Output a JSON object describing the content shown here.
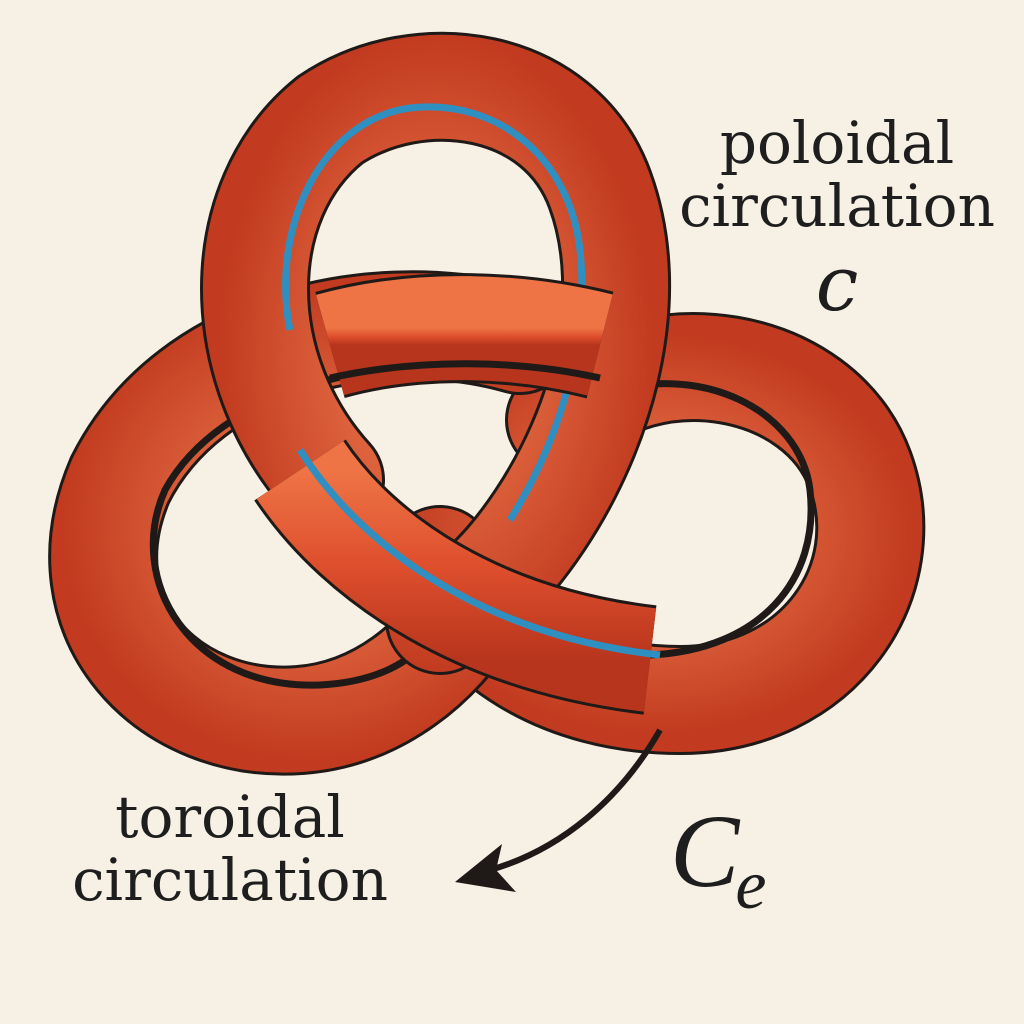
{
  "labels": {
    "poloidal_line1": "poloidal",
    "poloidal_line2": "circulation",
    "poloidal_symbol": "c",
    "toroidal_line1": "toroidal",
    "toroidal_line2": "circulation",
    "ce_main": "C",
    "ce_sub": "e"
  },
  "colors": {
    "background": "#f7f0e4",
    "tube_light": "#f07a4a",
    "tube_mid": "#de4e2c",
    "tube_dark": "#b7341c",
    "outline": "#1f1a18",
    "poloidal_line": "#2f8fc1",
    "toroidal_line": "#1f1a18",
    "arrow": "#1f1a18"
  }
}
